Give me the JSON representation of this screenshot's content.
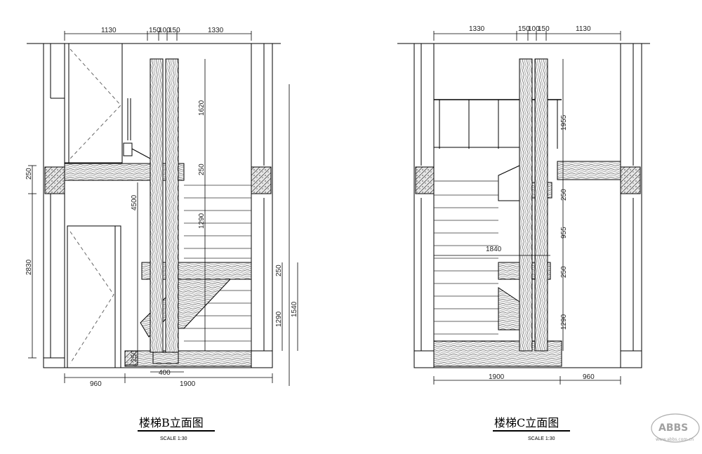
{
  "left_drawing": {
    "title": "楼梯B立面图",
    "scale": "SCALE  1:30",
    "top_dims": [
      "1130",
      "150",
      "100",
      "150",
      "1330"
    ],
    "bottom_dims": [
      "960",
      "400",
      "1900"
    ],
    "side_dims": [
      "250",
      "2830"
    ],
    "inner_dims": [
      "1620",
      "250",
      "4500",
      "1290",
      "250",
      "1290",
      "1540",
      "250"
    ]
  },
  "right_drawing": {
    "title": "楼梯C立面图",
    "scale": "SCALE  1:30",
    "top_dims": [
      "1330",
      "150",
      "100",
      "150",
      "1130"
    ],
    "bottom_dims": [
      "1900",
      "960"
    ],
    "inner_dims": [
      "1955",
      "250",
      "955",
      "1840",
      "250",
      "1290"
    ]
  },
  "watermark": {
    "logo_text": "ABBS",
    "sub_text": "www.abbs.com.cn"
  }
}
